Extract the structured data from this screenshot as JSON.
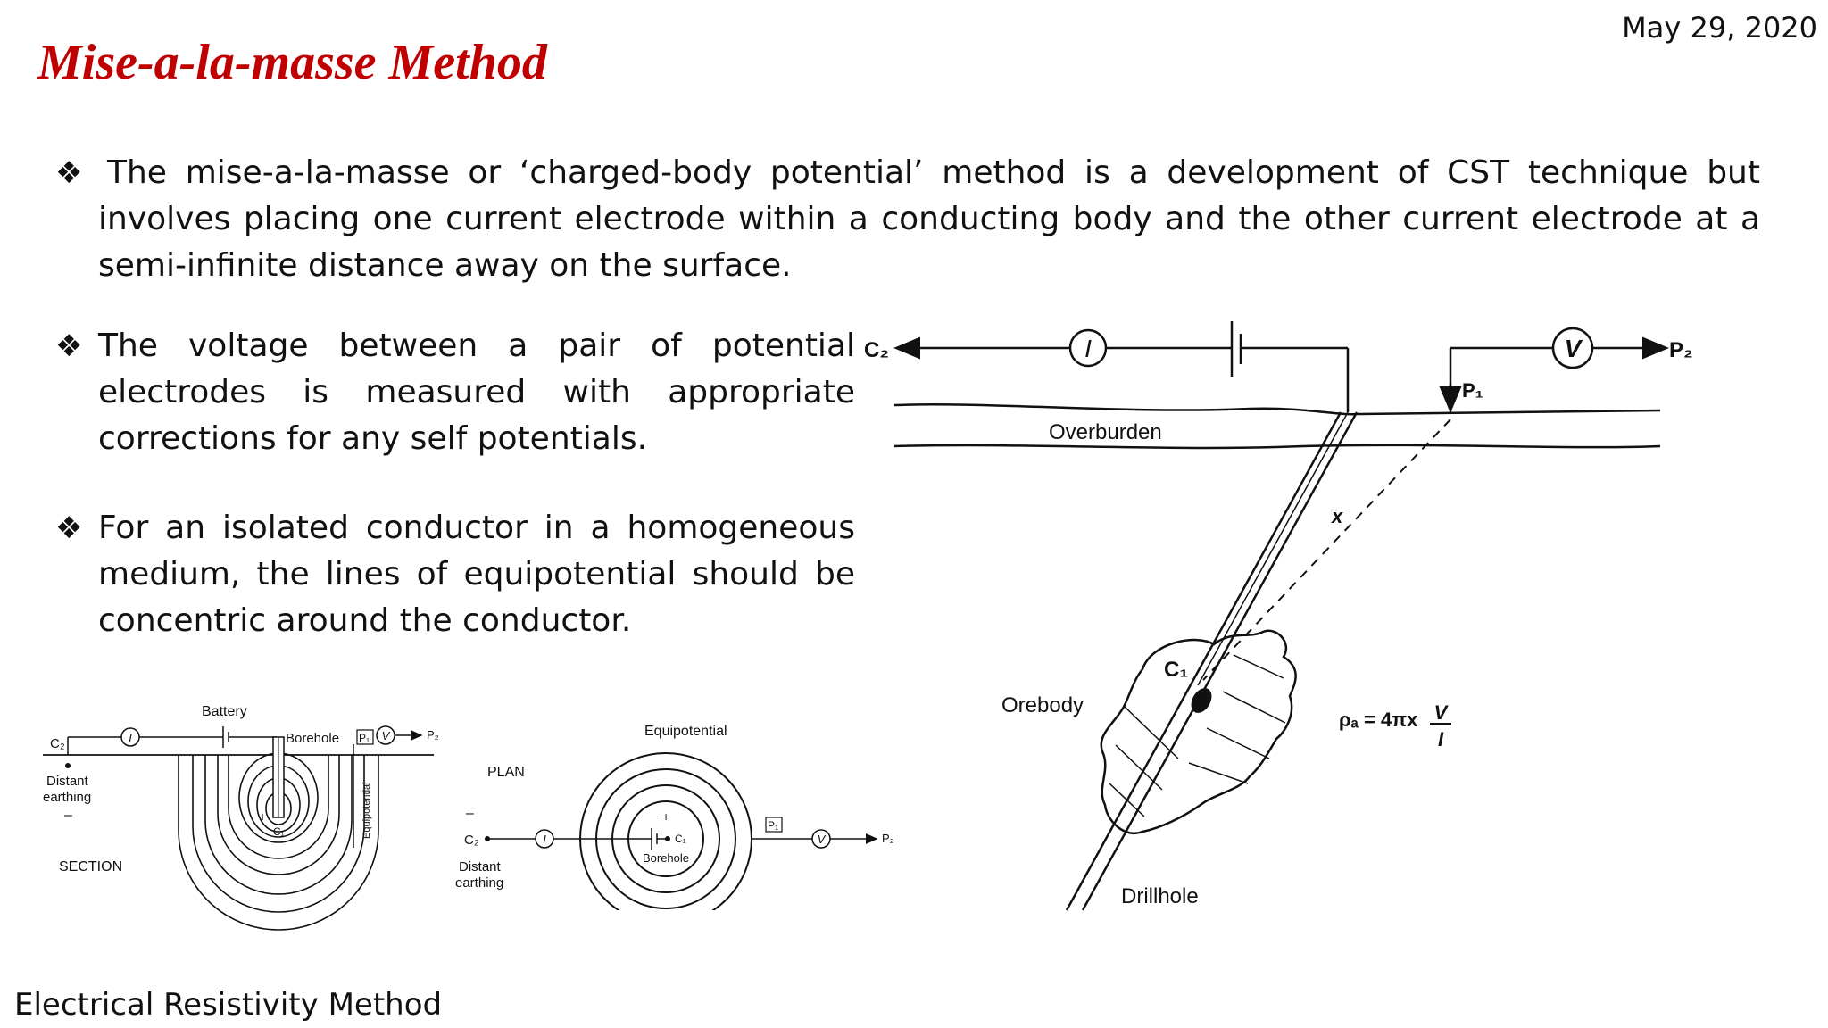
{
  "header": {
    "date": "May 29, 2020",
    "title": "Mise-a-la-masse Method"
  },
  "bullets": [
    {
      "text": "The mise-a-la-masse or ‘charged-body potential’ method is a development of CST technique but involves placing one current electrode within a conducting body and the other current electrode at a semi-infinite distance away on the surface."
    },
    {
      "text": "The voltage between a pair of potential electrodes is measured with appropriate corrections for any self potentials."
    },
    {
      "text": "For an isolated conductor in a homogeneous medium, the lines of equipotential should be concentric around the conductor."
    }
  ],
  "footer": {
    "text": "Electrical Resistivity Method"
  },
  "figure_main": {
    "c2": "C₂",
    "ammeter": "I",
    "voltmeter": "V",
    "p2": "P₂",
    "p1": "P₁",
    "overburden": "Overburden",
    "x": "x",
    "c1": "C₁",
    "orebody": "Orebody",
    "formula": "ρₐ = 4πx",
    "frac_num": "V",
    "frac_den": "I",
    "drillhole": "Drillhole"
  },
  "figure_section": {
    "battery": "Battery",
    "c2": "C₂",
    "ammeter": "I",
    "borehole": "Borehole",
    "p1": "P₁",
    "voltmeter": "V",
    "p2": "P₂",
    "distant": "Distant",
    "earthing": "earthing",
    "minus": "–",
    "plus": "+",
    "c1": "C₁",
    "equipotential": "Equipotential",
    "section": "SECTION"
  },
  "figure_plan": {
    "equipotential": "Equipotential",
    "plan": "PLAN",
    "minus": "–",
    "c2": "C₂",
    "ammeter": "I",
    "plus": "+",
    "c1": "C₁",
    "borehole": "Borehole",
    "p1": "P₁",
    "voltmeter": "V",
    "p2": "P₂",
    "distant": "Distant",
    "earthing": "earthing"
  }
}
